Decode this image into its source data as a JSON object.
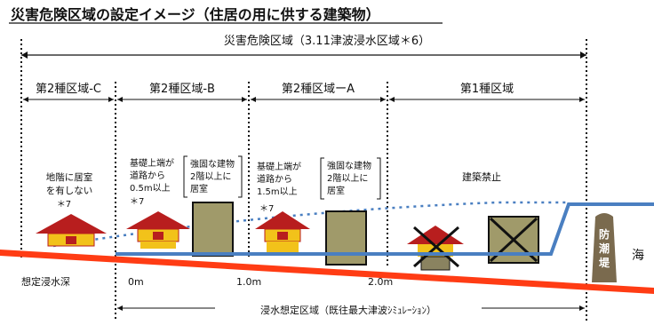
{
  "title": "災害危険区域の設定イメージ（住居の用に供する建築物）",
  "overall_zone_label": "災害危険区域（3.11津波浸水区域＊6）",
  "zones": [
    {
      "label": "第2種区域-C"
    },
    {
      "label": "第2種区域-B"
    },
    {
      "label": "第2種区域ーA"
    },
    {
      "label": "第1種区域"
    }
  ],
  "notes": {
    "c_line1": "地階に居室",
    "c_line2": "を有しない",
    "c_star": "＊7",
    "b_left_line1": "基礎上端が",
    "b_left_line2": "道路から",
    "b_left_line3": "0.5m以上",
    "b_left_star": "＊7",
    "b_right_line1": "強固な建物",
    "b_right_line2": "2階以上に",
    "b_right_line3": "居室",
    "a_left_line1": "基礎上端が",
    "a_left_line2": "道路から",
    "a_left_line3": "1.5m以上",
    "a_left_star": "＊7",
    "a_right_line1": "強固な建物",
    "a_right_line2": "2階以上に",
    "a_right_line3": "居室",
    "zone1_text": "建築禁止"
  },
  "depth_label": "想定浸水深",
  "depth_marks": [
    "0m",
    "1.0m",
    "2.0m"
  ],
  "seawall_label": "防潮堤",
  "sea_label": "海",
  "bottom_label": "浸水想定区域（既往最大津波ｼﾐｭﾚｰｼｮﾝ）",
  "colors": {
    "ground_line": "#ff3c14",
    "water_line": "#4a7fc1",
    "house_roof": "#b81e1e",
    "house_wall": "#f2c21a",
    "building_fill": "#a09a6a",
    "cross": "#111111",
    "seawall": "#7a6a4e"
  }
}
